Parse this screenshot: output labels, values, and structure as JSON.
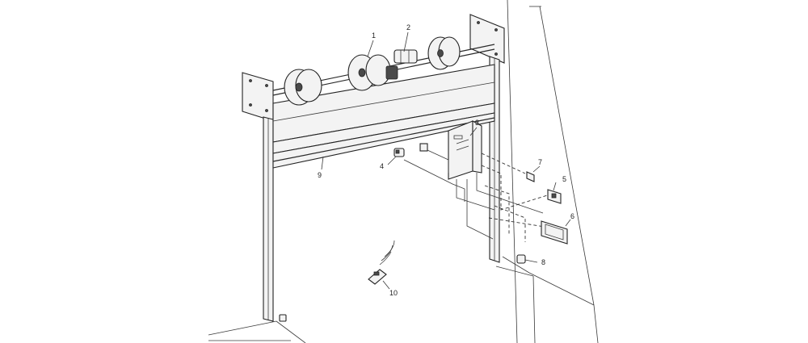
{
  "diagram": {
    "callouts": [
      {
        "id": "c1",
        "text": "1"
      },
      {
        "id": "c2",
        "text": "2"
      },
      {
        "id": "c3",
        "text": "3"
      },
      {
        "id": "c4",
        "text": "4"
      },
      {
        "id": "c5",
        "text": "5"
      },
      {
        "id": "c6",
        "text": "6"
      },
      {
        "id": "c7",
        "text": "7"
      },
      {
        "id": "c8",
        "text": "8"
      },
      {
        "id": "c9",
        "text": "9"
      },
      {
        "id": "c10",
        "text": "10"
      }
    ],
    "colors": {
      "line": "#2a2a2a",
      "background": "#ffffff",
      "part_fill": "#f3f3f3"
    }
  }
}
